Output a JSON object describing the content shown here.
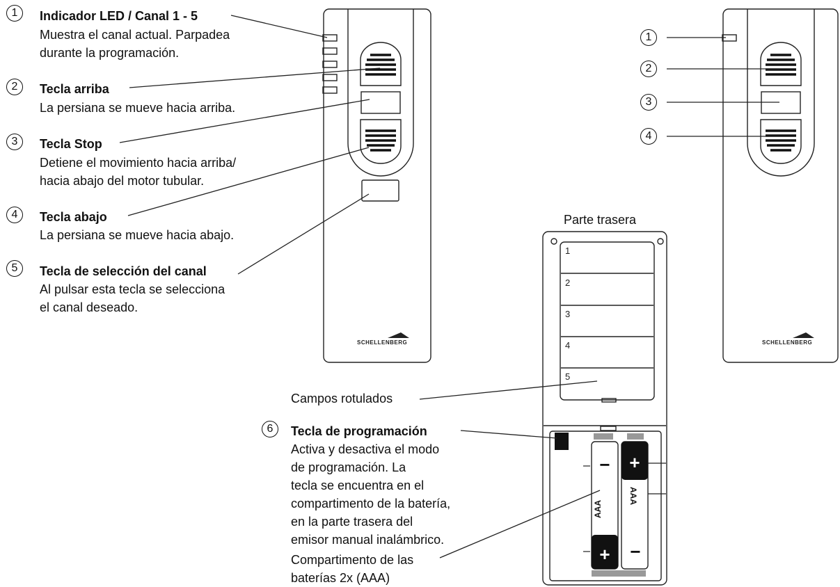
{
  "callouts": [
    {
      "num": "1",
      "title": "Indicador LED / Canal 1 - 5",
      "lines": [
        "Muestra el canal actual. Parpadea",
        "durante la programación."
      ]
    },
    {
      "num": "2",
      "title": "Tecla arriba",
      "lines": [
        "La persiana se mueve hacia arriba."
      ]
    },
    {
      "num": "3",
      "title": "Tecla Stop",
      "lines": [
        "Detiene el movimiento hacia arriba/",
        "hacia abajo del motor tubular."
      ]
    },
    {
      "num": "4",
      "title": "Tecla abajo",
      "lines": [
        "La persiana se mueve hacia abajo."
      ]
    },
    {
      "num": "5",
      "title": "Tecla de selección del canal",
      "lines": [
        "Al pulsar esta tecla se selecciona",
        "el canal deseado."
      ]
    },
    {
      "num": "6",
      "title": "Tecla de programación",
      "lines": [
        "Activa y desactiva el modo",
        "de programación. La",
        "tecla se encuentra en el",
        "compartimento de la batería,",
        "en la parte trasera del",
        "emisor manual inalámbrico."
      ]
    }
  ],
  "back_title": "Parte trasera",
  "label_fields": "Campos rotulados",
  "battery_compartment": [
    "Compartimento de las",
    "baterías 2x (AAA)"
  ],
  "slots": [
    "1",
    "2",
    "3",
    "4",
    "5"
  ],
  "brand": "SCHELLENBERG",
  "battery_label": "AAA",
  "plus": "+",
  "minus": "−",
  "right_callouts": [
    "1",
    "2",
    "3",
    "4"
  ]
}
